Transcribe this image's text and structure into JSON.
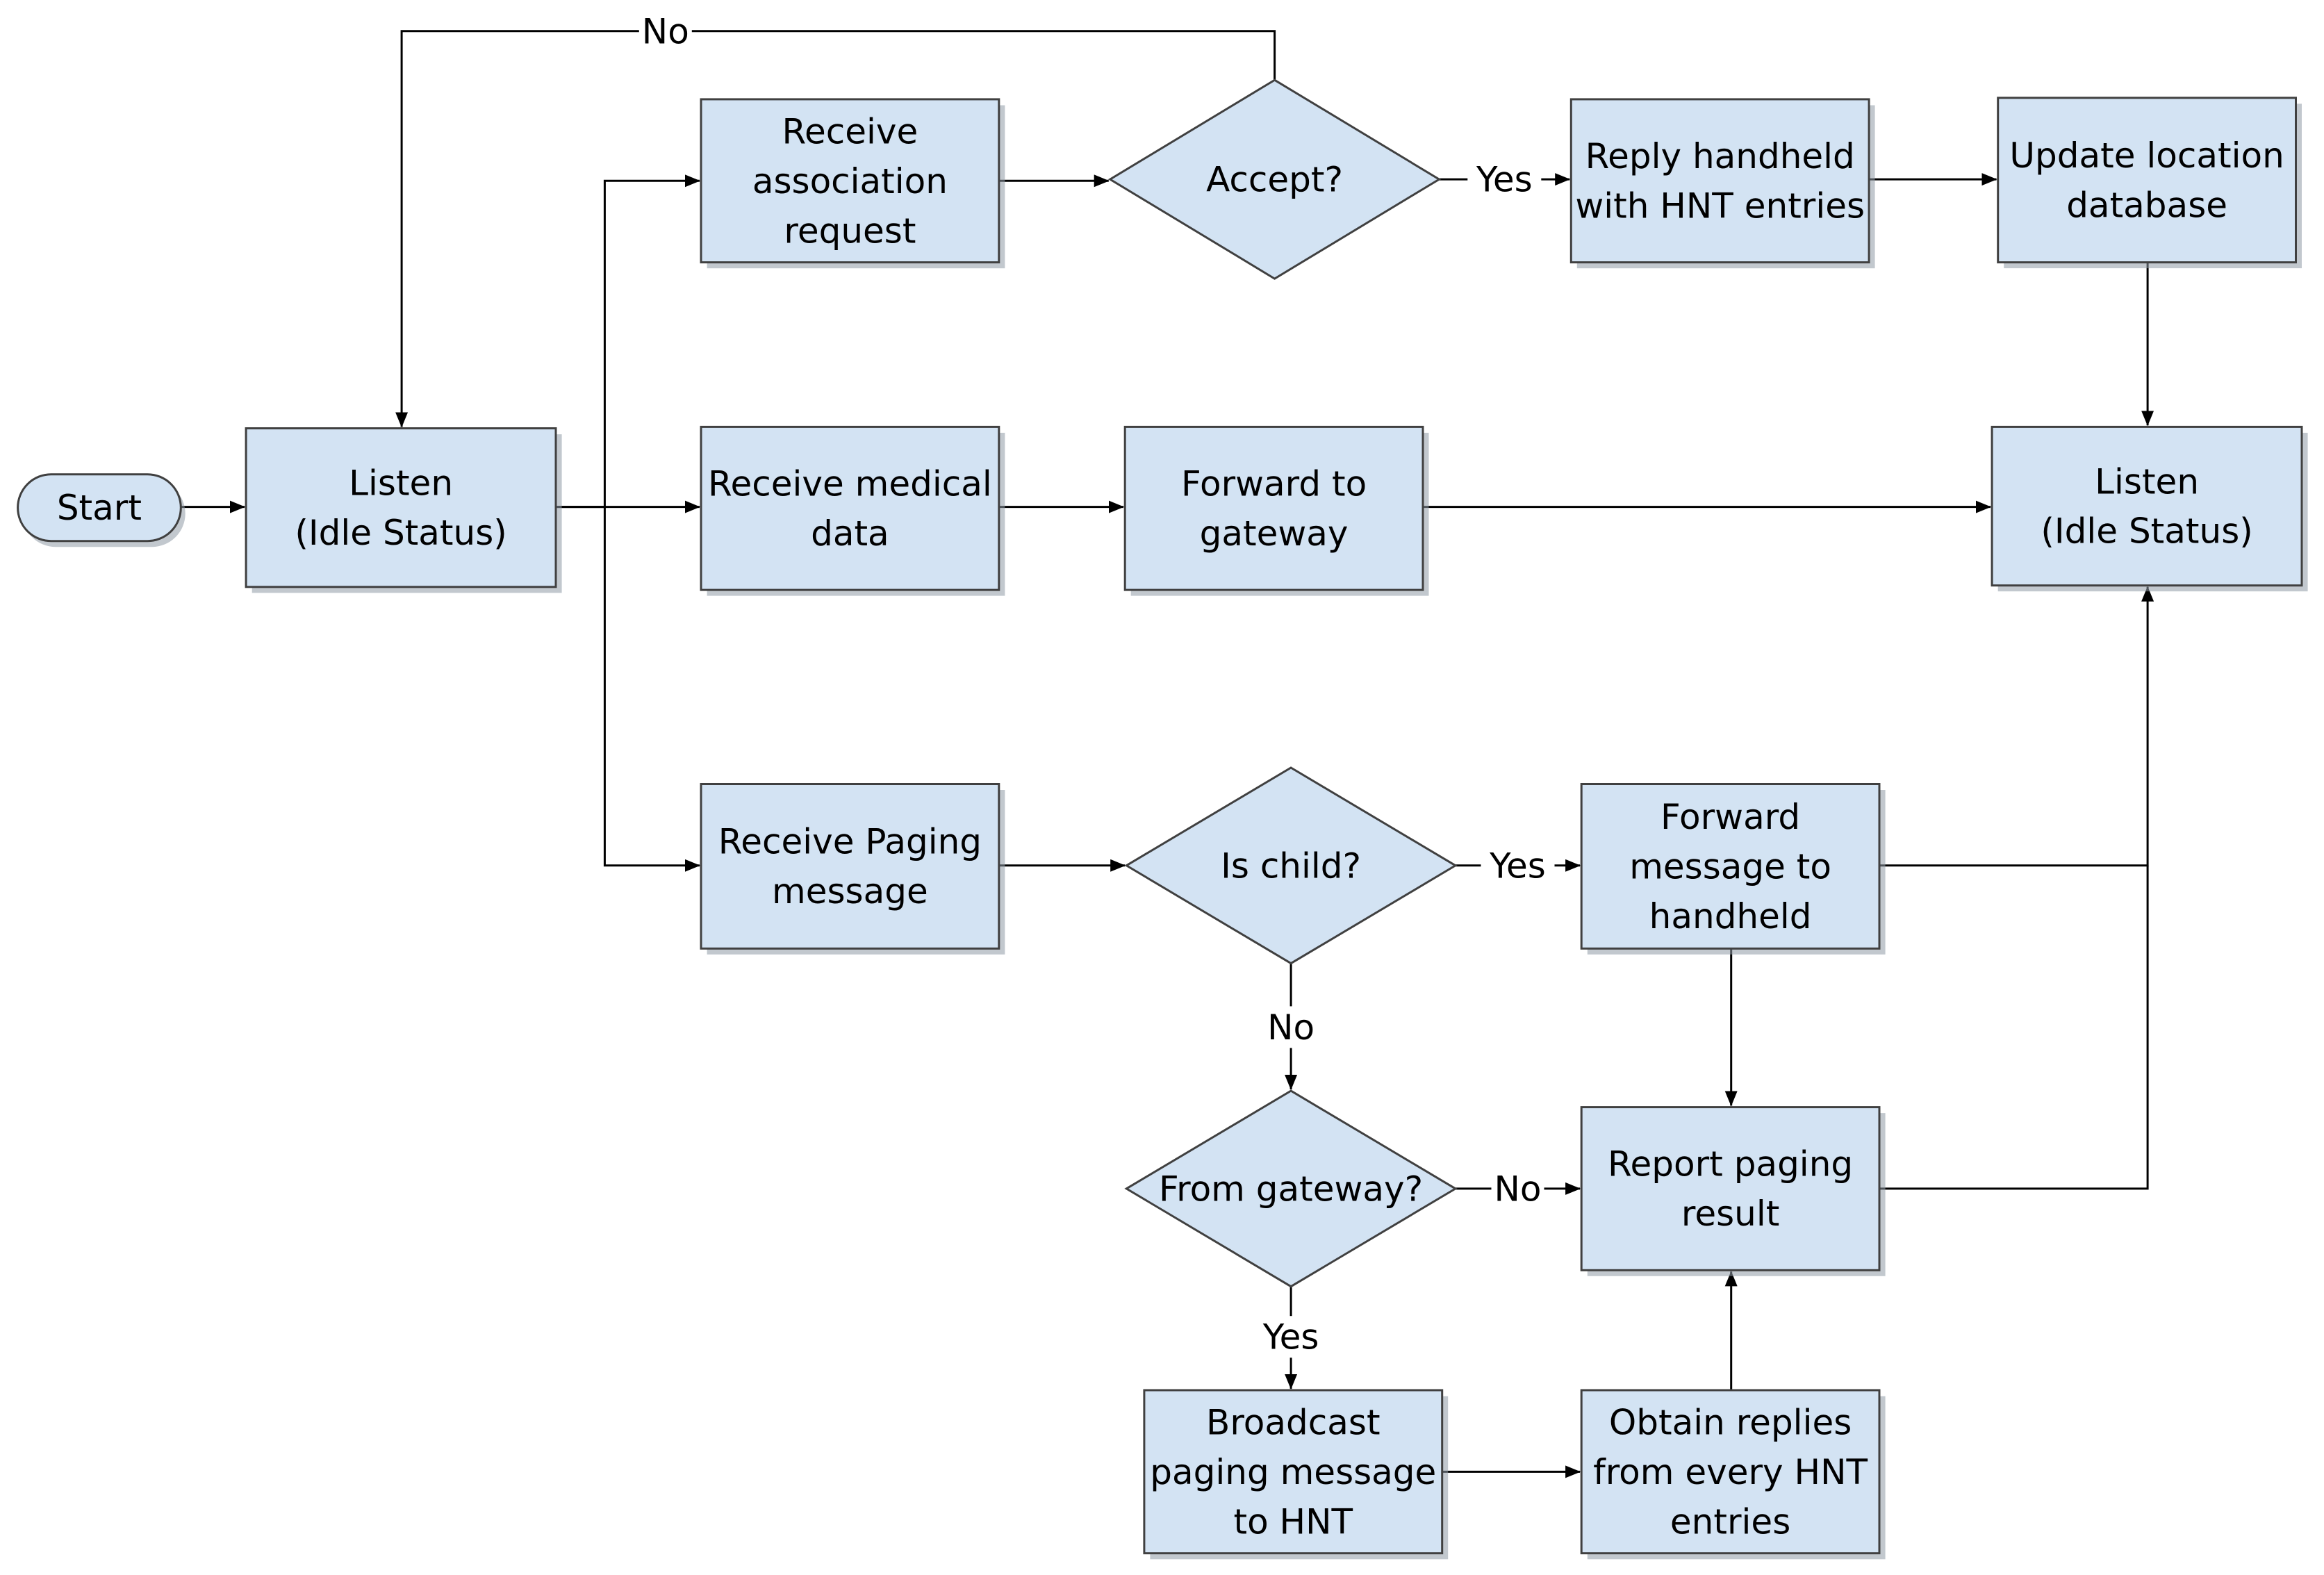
{
  "nodes": {
    "start": {
      "label": [
        "Start"
      ],
      "kind": "terminal"
    },
    "listen_left": {
      "label": [
        "Listen",
        "(Idle Status)"
      ],
      "kind": "process"
    },
    "receive_assoc": {
      "label": [
        "Receive",
        "association",
        "request"
      ],
      "kind": "process"
    },
    "accept": {
      "label": [
        "Accept?"
      ],
      "kind": "decision"
    },
    "reply_handheld": {
      "label": [
        "Reply handheld",
        "with HNT entries"
      ],
      "kind": "process"
    },
    "update_location": {
      "label": [
        "Update location",
        "database"
      ],
      "kind": "process"
    },
    "receive_medical": {
      "label": [
        "Receive medical",
        "data"
      ],
      "kind": "process"
    },
    "forward_gateway": {
      "label": [
        "Forward to",
        "gateway"
      ],
      "kind": "process"
    },
    "listen_right": {
      "label": [
        "Listen",
        "(Idle Status)"
      ],
      "kind": "process"
    },
    "receive_paging": {
      "label": [
        "Receive Paging",
        "message"
      ],
      "kind": "process"
    },
    "is_child": {
      "label": [
        "Is child?"
      ],
      "kind": "decision"
    },
    "forward_handheld": {
      "label": [
        "Forward",
        "message to",
        "handheld"
      ],
      "kind": "process"
    },
    "from_gateway": {
      "label": [
        "From gateway?"
      ],
      "kind": "decision"
    },
    "report_paging": {
      "label": [
        "Report paging",
        "result"
      ],
      "kind": "process"
    },
    "broadcast_paging": {
      "label": [
        "Broadcast",
        "paging message",
        "to HNT"
      ],
      "kind": "process"
    },
    "obtain_replies": {
      "label": [
        "Obtain replies",
        "from every HNT",
        "entries"
      ],
      "kind": "process"
    }
  },
  "edges": [
    {
      "from": "start",
      "to": "listen_left",
      "label": ""
    },
    {
      "from": "listen_left",
      "to": "receive_assoc",
      "label": ""
    },
    {
      "from": "listen_left",
      "to": "receive_medical",
      "label": ""
    },
    {
      "from": "listen_left",
      "to": "receive_paging",
      "label": ""
    },
    {
      "from": "receive_assoc",
      "to": "accept",
      "label": ""
    },
    {
      "from": "accept",
      "to": "reply_handheld",
      "label": "Yes"
    },
    {
      "from": "accept",
      "to": "listen_left",
      "label": "No"
    },
    {
      "from": "reply_handheld",
      "to": "update_location",
      "label": ""
    },
    {
      "from": "update_location",
      "to": "listen_right",
      "label": ""
    },
    {
      "from": "receive_medical",
      "to": "forward_gateway",
      "label": ""
    },
    {
      "from": "forward_gateway",
      "to": "listen_right",
      "label": ""
    },
    {
      "from": "receive_paging",
      "to": "is_child",
      "label": ""
    },
    {
      "from": "is_child",
      "to": "forward_handheld",
      "label": "Yes"
    },
    {
      "from": "is_child",
      "to": "from_gateway",
      "label": "No"
    },
    {
      "from": "forward_handheld",
      "to": "listen_right",
      "label": ""
    },
    {
      "from": "forward_handheld",
      "to": "report_paging",
      "label": ""
    },
    {
      "from": "from_gateway",
      "to": "report_paging",
      "label": "No"
    },
    {
      "from": "from_gateway",
      "to": "broadcast_paging",
      "label": "Yes"
    },
    {
      "from": "report_paging",
      "to": "listen_right",
      "label": ""
    },
    {
      "from": "broadcast_paging",
      "to": "obtain_replies",
      "label": ""
    },
    {
      "from": "obtain_replies",
      "to": "report_paging",
      "label": ""
    }
  ]
}
